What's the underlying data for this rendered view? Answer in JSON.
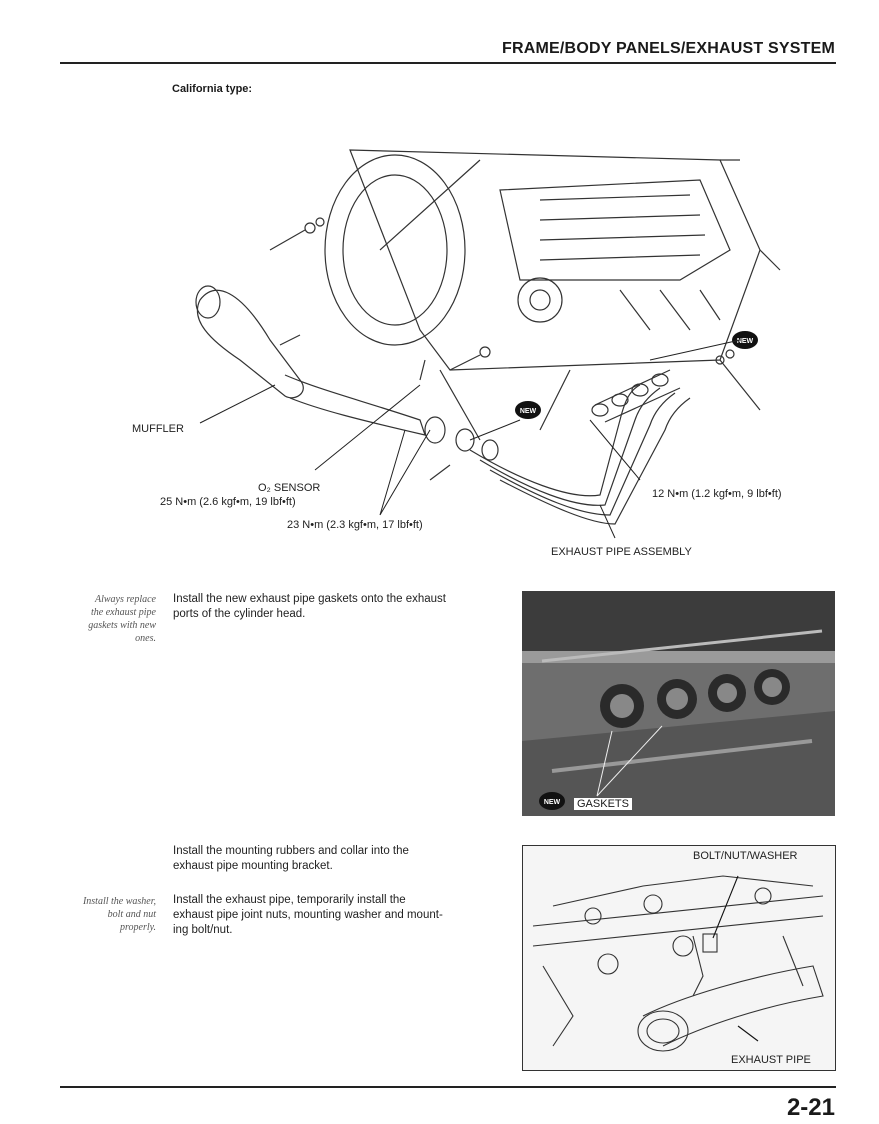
{
  "header": {
    "title": "FRAME/BODY PANELS/EXHAUST SYSTEM"
  },
  "diagram": {
    "subtitle": "California type:",
    "labels": {
      "muffler": "MUFFLER",
      "o2_sensor": "O₂ SENSOR",
      "o2_torque": "25 N•m (2.6 kgf•m, 19 lbf•ft)",
      "torque_23": "23 N•m (2.3 kgf•m, 17 lbf•ft)",
      "torque_12": "12 N•m (1.2 kgf•m, 9 lbf•ft)",
      "exhaust_pipe_assembly": "EXHAUST PIPE ASSEMBLY",
      "new_badge": "NEW"
    }
  },
  "sections": [
    {
      "note": [
        "Always replace",
        "the exhaust pipe",
        "gaskets with new",
        "ones."
      ],
      "text": [
        "Install the new exhaust pipe gaskets onto the exhaust",
        "ports of the cylinder head."
      ]
    },
    {
      "note": [],
      "text": [
        "Install the mounting rubbers and collar into the",
        "exhaust pipe mounting bracket."
      ]
    },
    {
      "note": [
        "Install the washer,",
        "bolt and nut",
        "properly."
      ],
      "text": [
        "Install the exhaust pipe, temporarily install the",
        "exhaust pipe joint nuts, mounting washer and mount-",
        "ing bolt/nut."
      ]
    }
  ],
  "photo1": {
    "label": "GASKETS",
    "badge": "NEW"
  },
  "photo2": {
    "label_top": "BOLT/NUT/WASHER",
    "label_bottom": "EXHAUST PIPE"
  },
  "footer": {
    "page_number": "2-21"
  }
}
